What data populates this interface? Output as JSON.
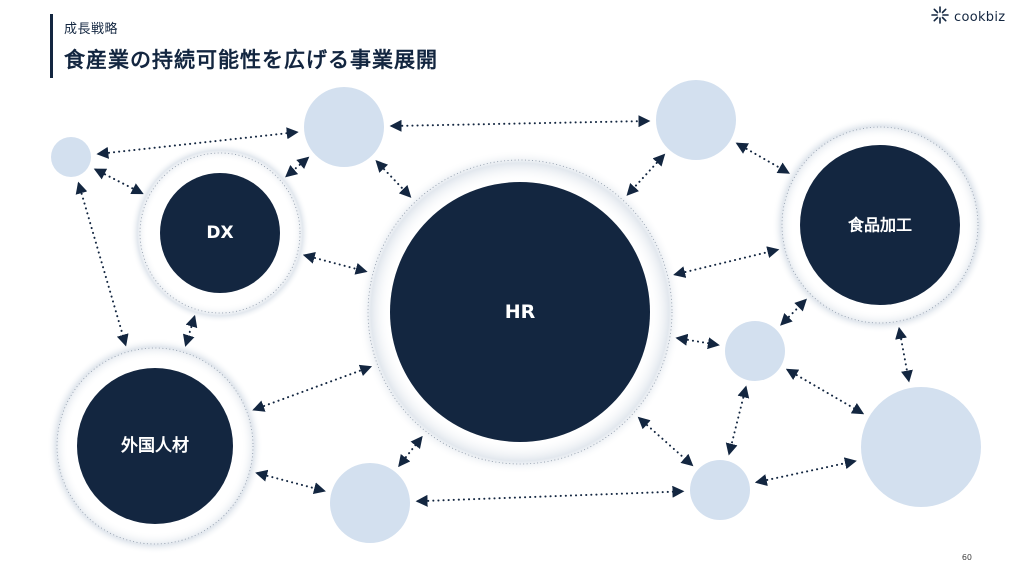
{
  "header": {
    "section_label": "成長戦略",
    "title": "食産業の持続可能性を広げる事業展開"
  },
  "brand": {
    "logo_text": "cookbiz",
    "logo_icon": "sparkle-icon"
  },
  "footer": {
    "page_number": "60"
  },
  "colors": {
    "dark_node": "#132640",
    "light_node": "#d3e0ef",
    "arrow": "#132640"
  },
  "diagram": {
    "nodes": [
      {
        "id": "hr",
        "label": "HR",
        "kind": "major"
      },
      {
        "id": "dx",
        "label": "DX",
        "kind": "major"
      },
      {
        "id": "food-processing",
        "label": "食品加工",
        "kind": "major"
      },
      {
        "id": "foreign-talent",
        "label": "外国人材",
        "kind": "major"
      },
      {
        "id": "n1",
        "label": "",
        "kind": "minor"
      },
      {
        "id": "n2",
        "label": "",
        "kind": "minor"
      },
      {
        "id": "n3",
        "label": "",
        "kind": "minor"
      },
      {
        "id": "n4",
        "label": "",
        "kind": "minor"
      },
      {
        "id": "n5",
        "label": "",
        "kind": "minor"
      },
      {
        "id": "n6",
        "label": "",
        "kind": "minor"
      },
      {
        "id": "n7",
        "label": "",
        "kind": "minor"
      }
    ],
    "edges": [
      [
        "n1",
        "n2"
      ],
      [
        "n2",
        "n3"
      ],
      [
        "n1",
        "dx"
      ],
      [
        "n1",
        "foreign-talent"
      ],
      [
        "n2",
        "dx"
      ],
      [
        "n2",
        "hr"
      ],
      [
        "n3",
        "hr"
      ],
      [
        "n3",
        "food-processing"
      ],
      [
        "dx",
        "hr"
      ],
      [
        "dx",
        "foreign-talent"
      ],
      [
        "foreign-talent",
        "hr"
      ],
      [
        "foreign-talent",
        "n5"
      ],
      [
        "n5",
        "hr"
      ],
      [
        "n5",
        "n6"
      ],
      [
        "hr",
        "food-processing"
      ],
      [
        "hr",
        "n4"
      ],
      [
        "hr",
        "n6"
      ],
      [
        "n4",
        "food-processing"
      ],
      [
        "n4",
        "n7"
      ],
      [
        "n4",
        "n6"
      ],
      [
        "food-processing",
        "n7"
      ],
      [
        "n6",
        "n7"
      ]
    ]
  }
}
